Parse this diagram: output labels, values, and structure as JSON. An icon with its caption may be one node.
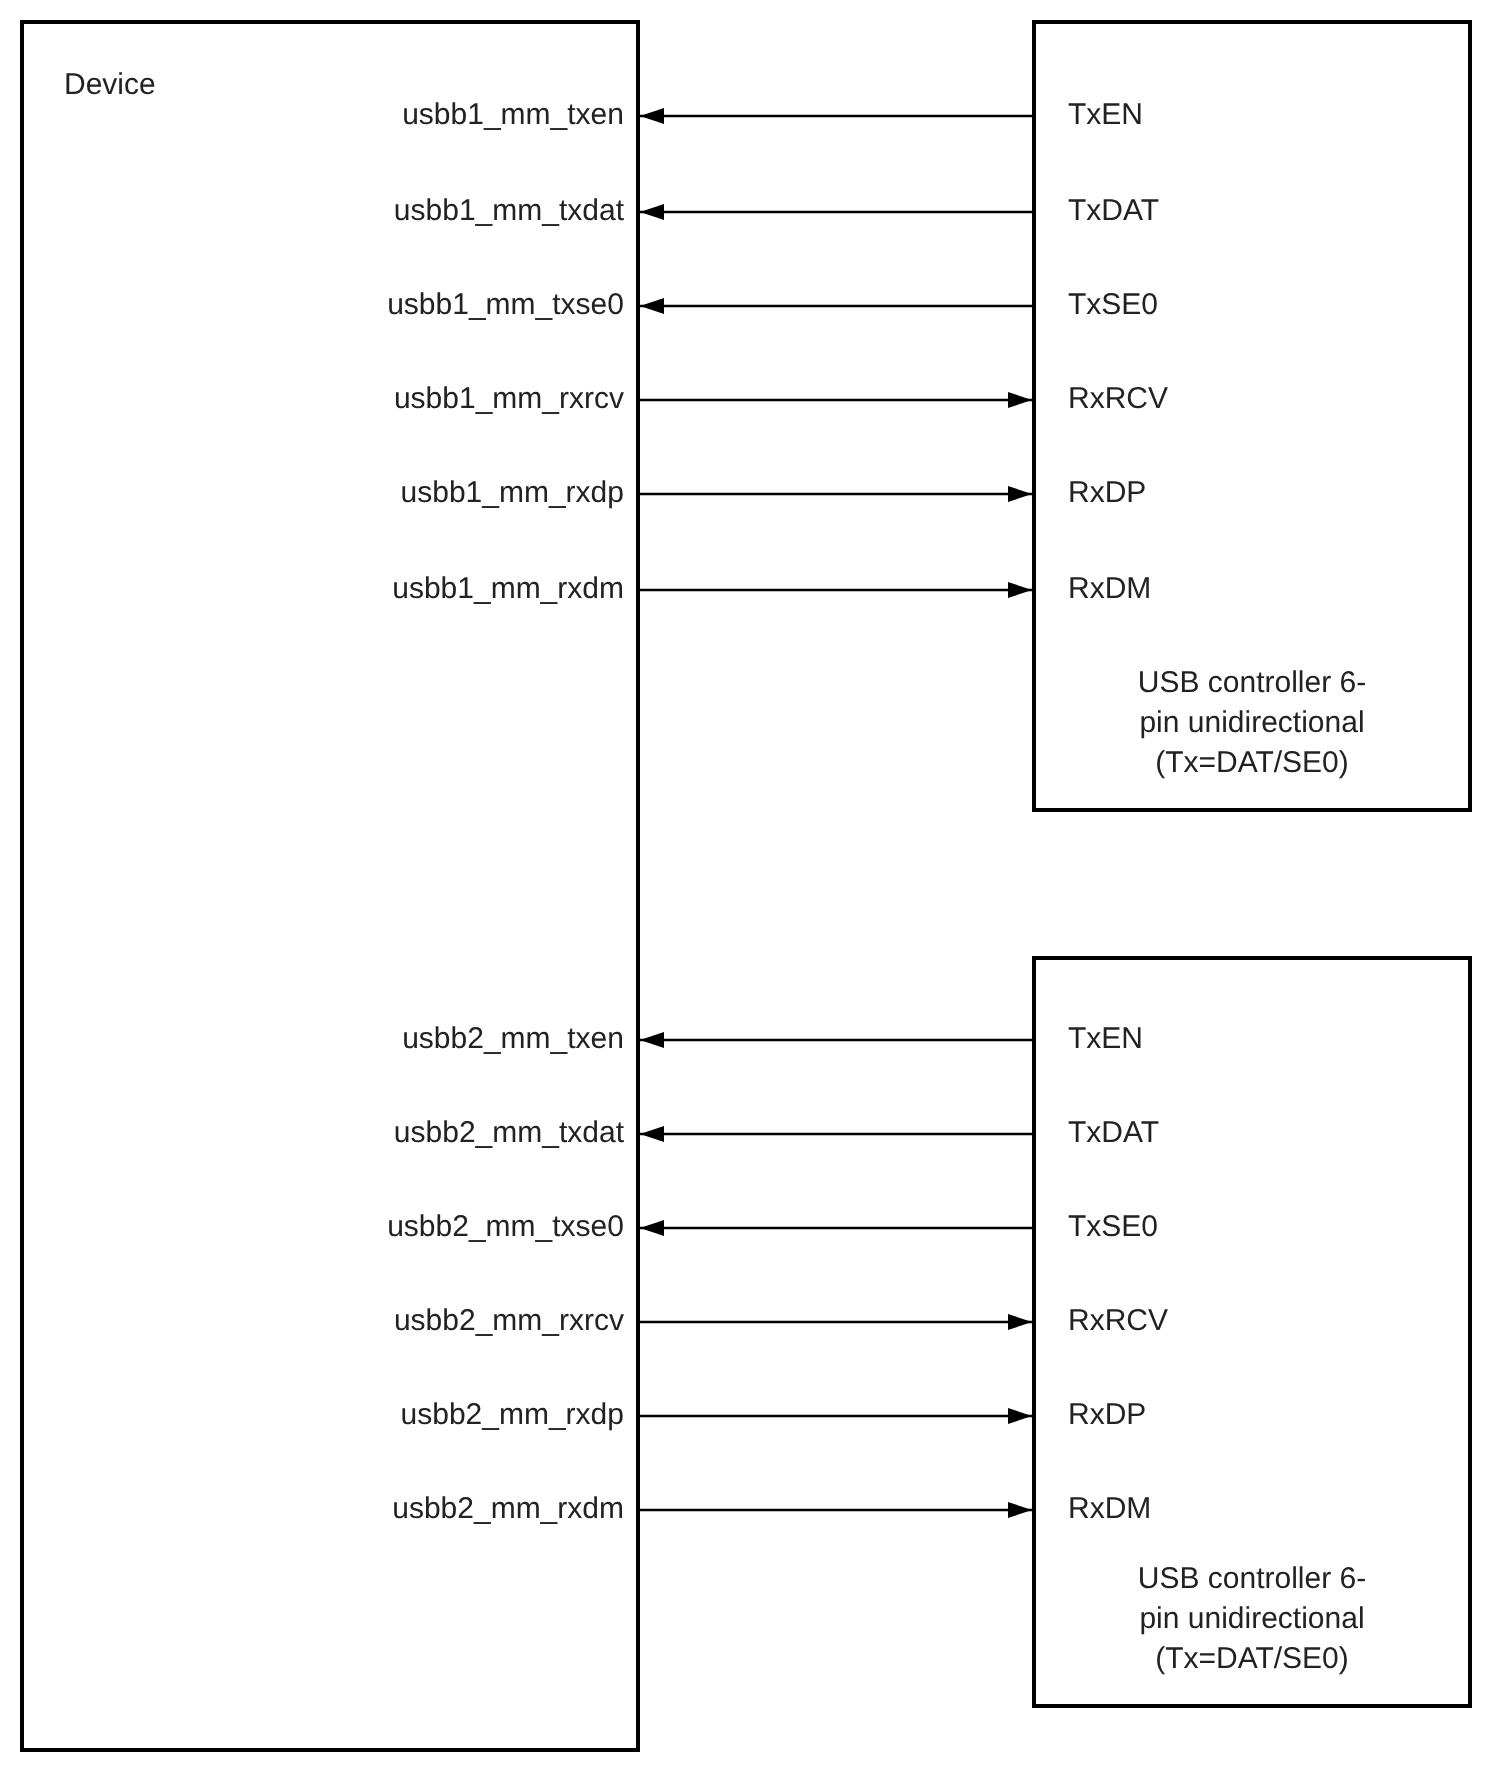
{
  "diagram": {
    "nodes": [
      {
        "text": [
          "Device"
        ]
      },
      {
        "text": [
          "usbb1_mm_txen"
        ],
        "in": 0
      },
      {
        "text": [
          "usbb1_mm_txdat"
        ],
        "in": 0
      },
      {
        "text": [
          "usbb1_mm_txse0"
        ],
        "in": 0
      },
      {
        "text": [
          "usbb1_mm_rxrcv"
        ],
        "in": 0
      },
      {
        "text": [
          "usbb1_mm_rxdp"
        ],
        "in": 0
      },
      {
        "text": [
          "usbb1_mm_rxdm"
        ],
        "in": 0
      },
      {
        "text": [
          "usbb2_mm_txen"
        ],
        "in": 0
      },
      {
        "text": [
          "usbb2_mm_txdat"
        ],
        "in": 0
      },
      {
        "text": [
          "usbb2_mm_txse0"
        ],
        "in": 0
      },
      {
        "text": [
          "usbb2_mm_rxrcv"
        ],
        "in": 0
      },
      {
        "text": [
          "usbb2_mm_rxdp"
        ],
        "in": 0
      },
      {
        "text": [
          "usbb2_mm_rxdm"
        ],
        "in": 0
      },
      {
        "text": [
          "USB controller 6-pin unidirectional (Tx=DAT/SE0)"
        ]
      },
      {
        "text": [
          "TxEN"
        ],
        "in": 13
      },
      {
        "text": [
          "TxDAT"
        ],
        "in": 13
      },
      {
        "text": [
          "TxSE0"
        ],
        "in": 13
      },
      {
        "text": [
          "RxRCV"
        ],
        "in": 13
      },
      {
        "text": [
          "RxDP"
        ],
        "in": 13
      },
      {
        "text": [
          "RxDM"
        ],
        "in": 13
      },
      {
        "text": [
          "USB controller 6-pin unidirectional (Tx=DAT/SE0)"
        ]
      },
      {
        "text": [
          "TxEN"
        ],
        "in": 20
      },
      {
        "text": [
          "TxDAT"
        ],
        "in": 20
      },
      {
        "text": [
          "TxSE0"
        ],
        "in": 20
      },
      {
        "text": [
          "RxRCV"
        ],
        "in": 20
      },
      {
        "text": [
          "RxDP"
        ],
        "in": 20
      },
      {
        "text": [
          "RxDM"
        ],
        "in": 20
      }
    ],
    "edges": [
      {
        "from": 14,
        "to": 1,
        "arrow": "to"
      },
      {
        "from": 15,
        "to": 2,
        "arrow": "to"
      },
      {
        "from": 16,
        "to": 3,
        "arrow": "to"
      },
      {
        "from": 4,
        "to": 17,
        "arrow": "to"
      },
      {
        "from": 5,
        "to": 18,
        "arrow": "to"
      },
      {
        "from": 6,
        "to": 19,
        "arrow": "to"
      },
      {
        "from": 21,
        "to": 7,
        "arrow": "to"
      },
      {
        "from": 22,
        "to": 8,
        "arrow": "to"
      },
      {
        "from": 23,
        "to": 9,
        "arrow": "to"
      },
      {
        "from": 10,
        "to": 24,
        "arrow": "to"
      },
      {
        "from": 11,
        "to": 25,
        "arrow": "to"
      },
      {
        "from": 12,
        "to": 26,
        "arrow": "to"
      }
    ]
  }
}
